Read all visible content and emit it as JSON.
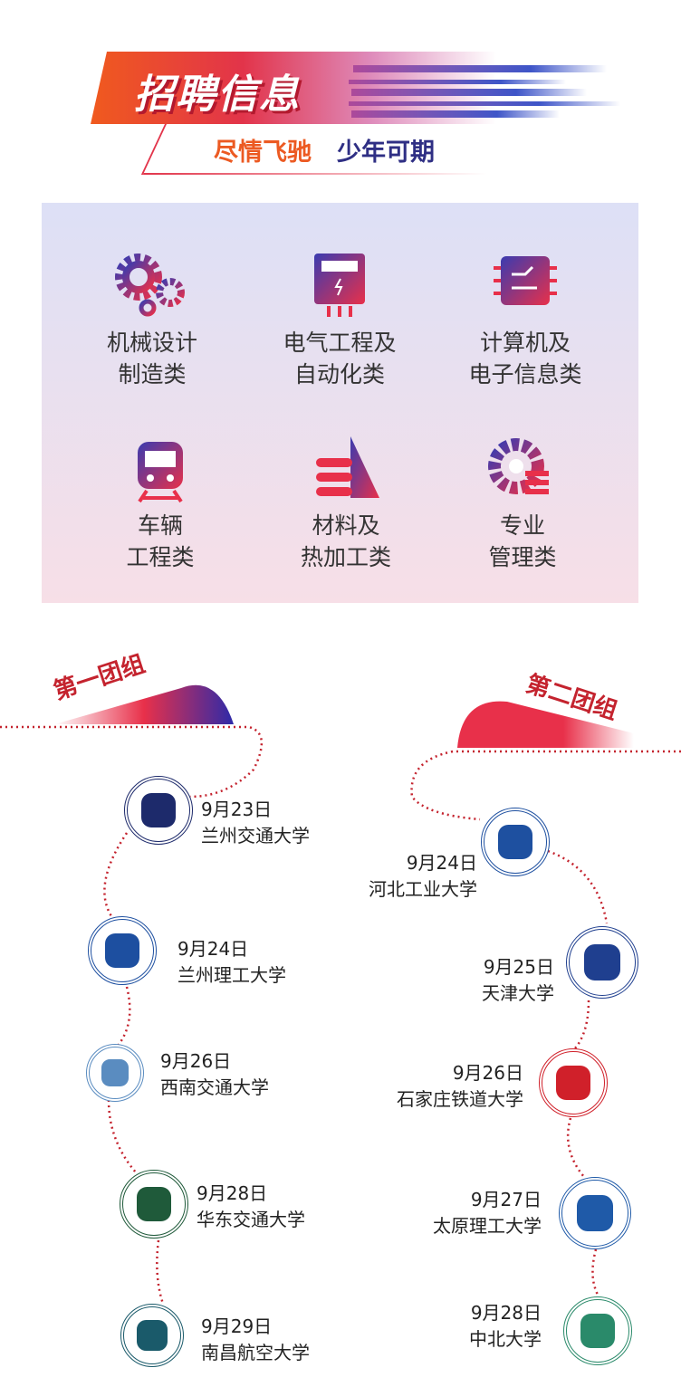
{
  "header": {
    "title": "招聘信息",
    "subtitle_part1": "尽情飞驰",
    "subtitle_part2": "少年可期"
  },
  "categories": [
    {
      "icon": "gears-icon",
      "line1": "机械设计",
      "line2": "制造类"
    },
    {
      "icon": "electric-meter-icon",
      "line1": "电气工程及",
      "line2": "自动化类"
    },
    {
      "icon": "chip-icon",
      "line1": "计算机及",
      "line2": "电子信息类"
    },
    {
      "icon": "train-icon",
      "line1": "车辆",
      "line2": "工程类"
    },
    {
      "icon": "materials-icon",
      "line1": "材料及",
      "line2": "热加工类"
    },
    {
      "icon": "management-gear-icon",
      "line1": "专业",
      "line2": "管理类"
    }
  ],
  "groups": [
    {
      "name": "第一团组",
      "schools": [
        {
          "date": "9月23日",
          "name": "兰州交通大学",
          "color": "#1d2a6b"
        },
        {
          "date": "9月24日",
          "name": "兰州理工大学",
          "color": "#1d4fa0"
        },
        {
          "date": "9月26日",
          "name": "西南交通大学",
          "color": "#5a8cc0"
        },
        {
          "date": "9月28日",
          "name": "华东交通大学",
          "color": "#1f5a3a"
        },
        {
          "date": "9月29日",
          "name": "南昌航空大学",
          "color": "#1a5a6a"
        }
      ]
    },
    {
      "name": "第二团组",
      "schools": [
        {
          "date": "9月24日",
          "name": "河北工业大学",
          "color": "#1e50a0"
        },
        {
          "date": "9月25日",
          "name": "天津大学",
          "color": "#1f3f8f"
        },
        {
          "date": "9月26日",
          "name": "石家庄铁道大学",
          "color": "#d0202a"
        },
        {
          "date": "9月27日",
          "name": "太原理工大学",
          "color": "#1f5aa8"
        },
        {
          "date": "9月28日",
          "name": "中北大学",
          "color": "#2a8a6a"
        }
      ]
    }
  ]
}
